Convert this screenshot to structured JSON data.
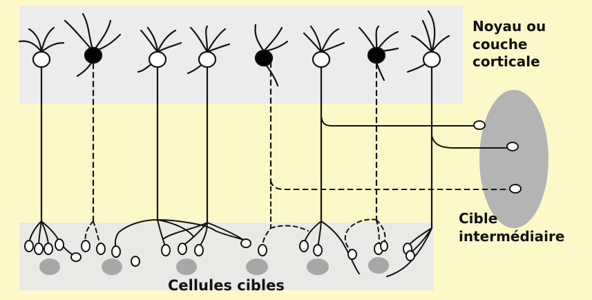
{
  "labels": {
    "nucleus_line1": "Noyau ou",
    "nucleus_line2": "couche",
    "nucleus_line3": "corticale",
    "intermediate_line1": "Cible",
    "intermediate_line2": "intermédiaire",
    "targets": "Cellules cibles"
  },
  "colors": {
    "background": "#fdf8c8",
    "cortical_band": "#ececec",
    "target_band": "#e9eae6",
    "intermediate_target": "#b4b4b4",
    "target_cell": "#a7a7a7",
    "neuron_excitatory": "#ffffff",
    "neuron_inhibitory": "#000000"
  },
  "neurons": [
    {
      "type": "excitatory"
    },
    {
      "type": "inhibitory"
    },
    {
      "type": "excitatory"
    },
    {
      "type": "excitatory"
    },
    {
      "type": "inhibitory"
    },
    {
      "type": "excitatory"
    },
    {
      "type": "inhibitory"
    },
    {
      "type": "excitatory"
    }
  ]
}
